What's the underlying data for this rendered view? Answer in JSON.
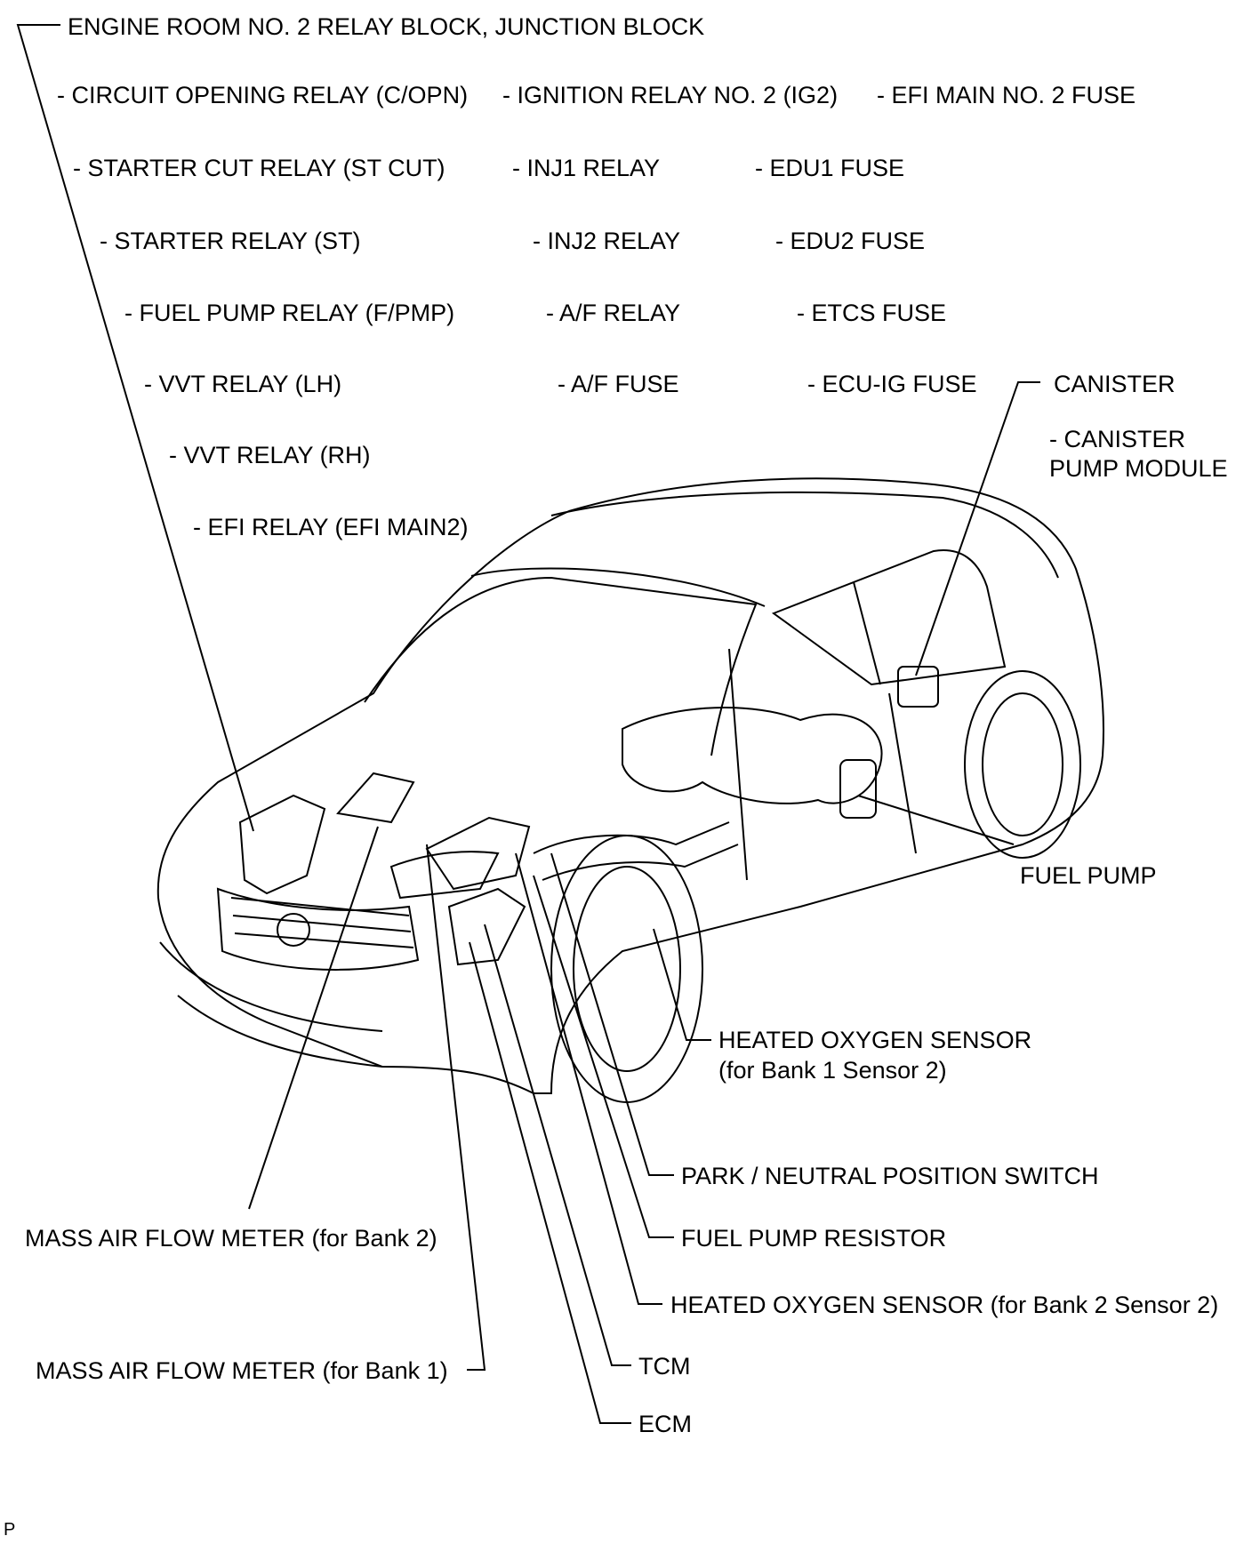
{
  "header": {
    "relay_block": "ENGINE ROOM NO. 2 RELAY BLOCK, JUNCTION BLOCK"
  },
  "relay_block_items": [
    "- CIRCUIT OPENING RELAY (C/OPN)",
    "- STARTER CUT RELAY (ST CUT)",
    "- STARTER RELAY (ST)",
    "- FUEL PUMP RELAY (F/PMP)",
    "- VVT RELAY (LH)",
    "- VVT RELAY (RH)",
    "- EFI RELAY (EFI MAIN2)",
    "- IGNITION RELAY NO. 2 (IG2)",
    "- INJ1 RELAY",
    "- INJ2 RELAY",
    "- A/F RELAY",
    "- A/F FUSE",
    "- EFI MAIN NO. 2 FUSE",
    "- EDU1 FUSE",
    "- EDU2 FUSE",
    "- ETCS FUSE",
    "- ECU-IG FUSE"
  ],
  "canister": {
    "title": "CANISTER",
    "sub_line1": "- CANISTER",
    "sub_line2": "PUMP MODULE"
  },
  "components": {
    "fuel_pump": "FUEL PUMP",
    "ho2_b1s2_line1": "HEATED OXYGEN SENSOR",
    "ho2_b1s2_line2": "(for Bank 1 Sensor 2)",
    "pnp_switch": "PARK / NEUTRAL POSITION SWITCH",
    "fuel_pump_resistor": "FUEL PUMP RESISTOR",
    "ho2_b2s2": "HEATED OXYGEN SENSOR (for Bank 2 Sensor 2)",
    "tcm": "TCM",
    "ecm": "ECM",
    "maf_bank2": "MASS AIR FLOW METER (for Bank 2)",
    "maf_bank1": "MASS AIR FLOW METER (for Bank 1)"
  },
  "footer_mark": "P"
}
